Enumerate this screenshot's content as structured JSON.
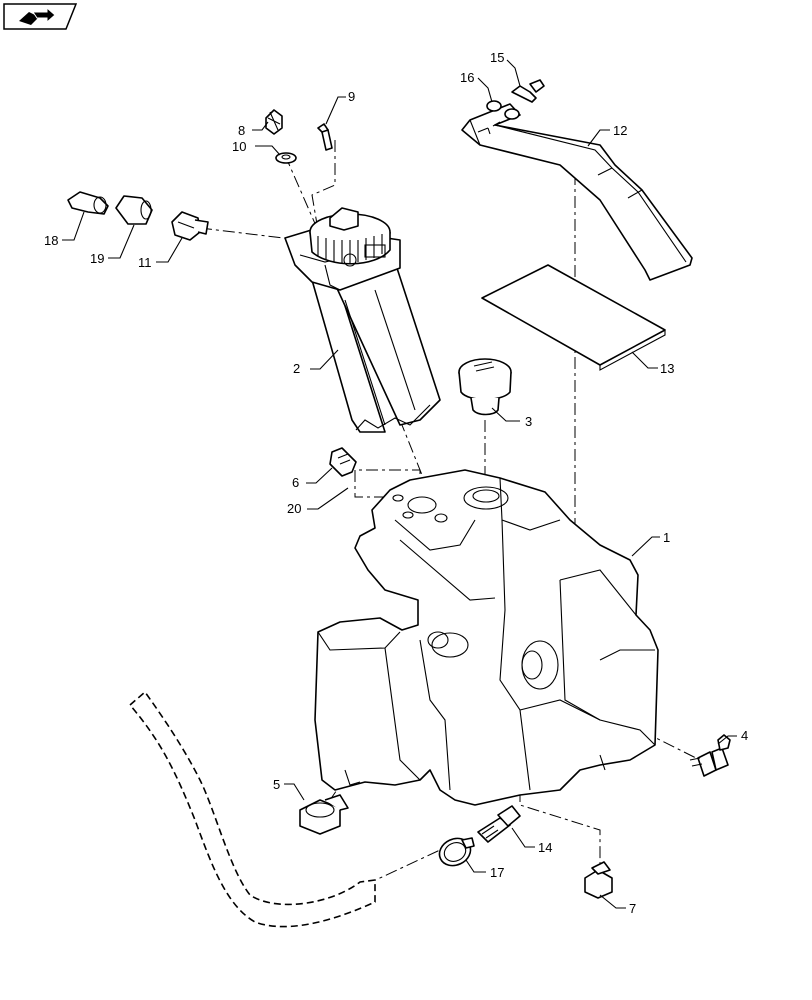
{
  "callouts": [
    {
      "id": "1",
      "label": "1"
    },
    {
      "id": "2",
      "label": "2"
    },
    {
      "id": "3",
      "label": "3"
    },
    {
      "id": "4",
      "label": "4"
    },
    {
      "id": "5",
      "label": "5"
    },
    {
      "id": "6",
      "label": "6"
    },
    {
      "id": "7",
      "label": "7"
    },
    {
      "id": "8",
      "label": "8"
    },
    {
      "id": "9",
      "label": "9"
    },
    {
      "id": "10",
      "label": "10"
    },
    {
      "id": "11",
      "label": "11"
    },
    {
      "id": "12",
      "label": "12"
    },
    {
      "id": "13",
      "label": "13"
    },
    {
      "id": "14",
      "label": "14"
    },
    {
      "id": "15",
      "label": "15"
    },
    {
      "id": "16",
      "label": "16"
    },
    {
      "id": "17",
      "label": "17"
    },
    {
      "id": "18",
      "label": "18"
    },
    {
      "id": "19",
      "label": "19"
    },
    {
      "id": "20",
      "label": "20"
    }
  ],
  "nav_icon": "book-arrow-icon"
}
